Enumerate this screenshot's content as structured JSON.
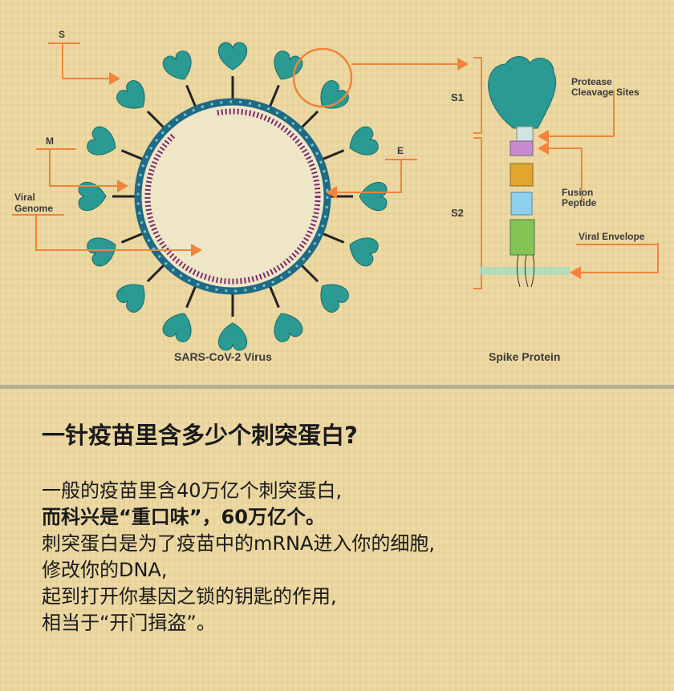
{
  "diagram": {
    "virus_caption": "SARS-CoV-2 Virus",
    "spike_caption": "Spike Protein",
    "labels": {
      "s": "S",
      "m": "M",
      "viral_genome_1": "Viral",
      "viral_genome_2": "Genome",
      "e": "E",
      "s1": "S1",
      "s2": "S2",
      "protease_1": "Protease",
      "protease_2": "Cleavage Sites",
      "fusion_1": "Fusion",
      "fusion_2": "Peptide",
      "viral_envelope": "Viral Envelope"
    },
    "colors": {
      "spike": "#2a9a93",
      "arrow": "#f0843a",
      "membrane": "#7a2a6a"
    }
  },
  "text": {
    "question": "一针疫苗里含多少个刺突蛋白?",
    "lines": [
      "一般的疫苗里含40万亿个刺突蛋白,",
      "而科兴是“重口味”，60万亿个。",
      "刺突蛋白是为了疫苗中的mRNA进入你的细胞,",
      "修改你的DNA,",
      "起到打开你基因之锁的钥匙的作用,",
      "相当于“开门揖盗”。"
    ]
  }
}
